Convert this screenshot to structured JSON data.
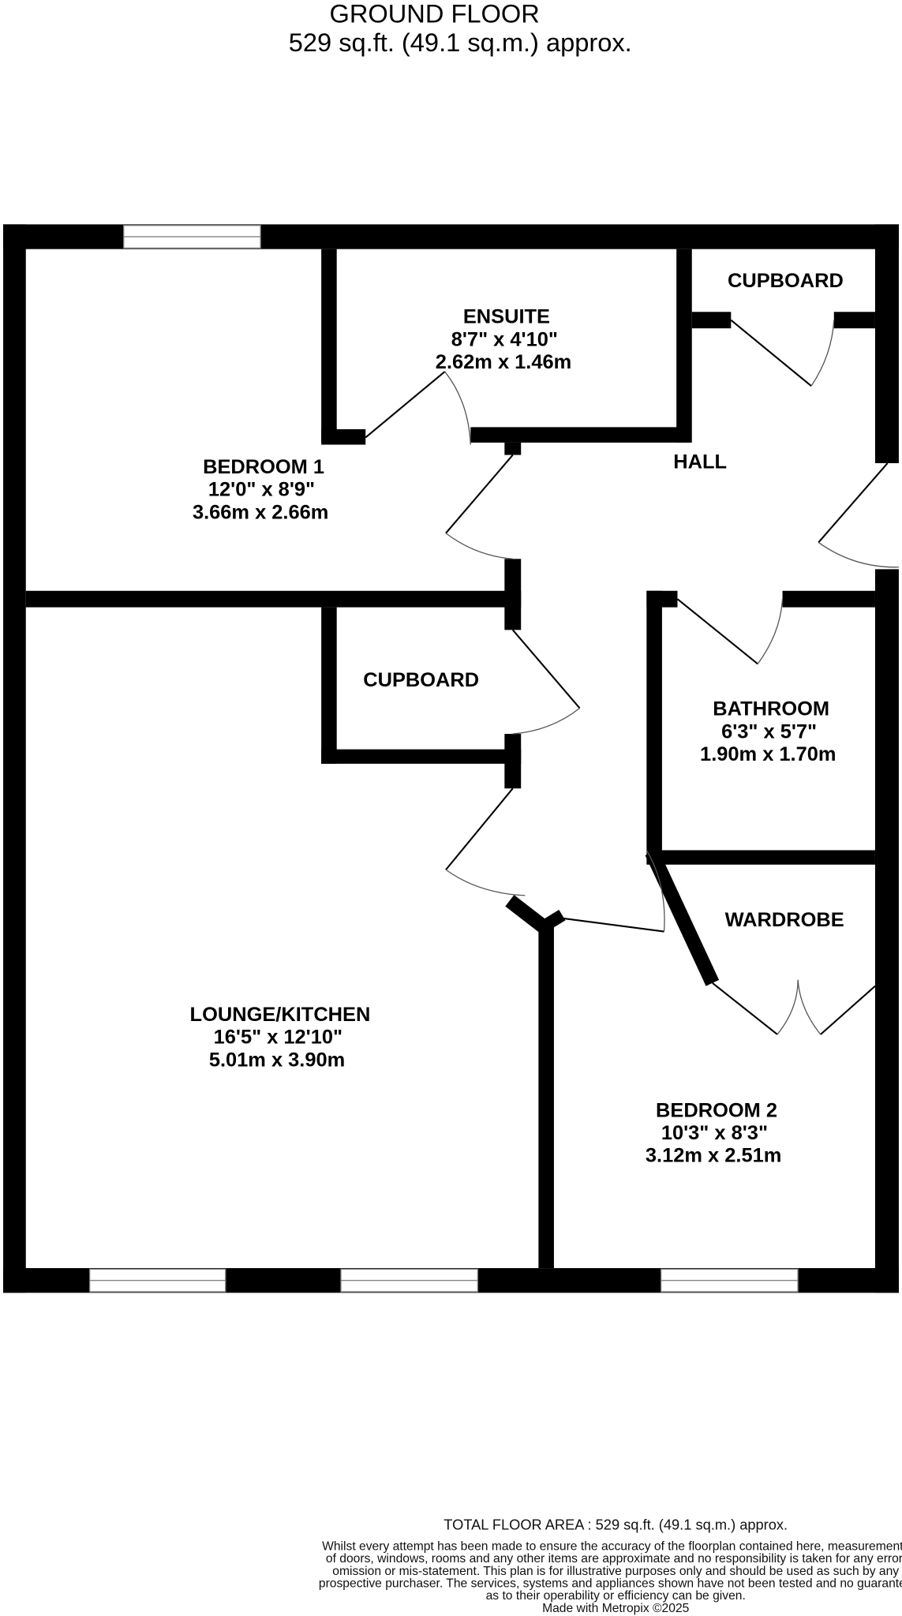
{
  "header": {
    "title": "GROUND FLOOR",
    "area": "529 sq.ft. (49.1 sq.m.) approx."
  },
  "rooms": [
    {
      "name": "ENSUITE",
      "imperial": "8'7\"  x 4'10\"",
      "metric": "2.62m  x 1.46m"
    },
    {
      "name": "CUPBOARD"
    },
    {
      "name": "BEDROOM 1",
      "imperial": "12'0\"  x 8'9\"",
      "metric": "3.66m  x 2.66m"
    },
    {
      "name": "HALL"
    },
    {
      "name": "CUPBOARD"
    },
    {
      "name": "BATHROOM",
      "imperial": "6'3\"  x 5'7\"",
      "metric": "1.90m  x 1.70m"
    },
    {
      "name": "WARDROBE"
    },
    {
      "name": "LOUNGE/KITCHEN",
      "imperial": "16'5\"  x 12'10\"",
      "metric": "5.01m  x 3.90m"
    },
    {
      "name": "BEDROOM 2",
      "imperial": "10'3\"  x 8'3\"",
      "metric": "3.12m  x 2.51m"
    }
  ],
  "footer": {
    "total": "TOTAL FLOOR AREA : 529 sq.ft. (49.1 sq.m.) approx.",
    "disclaimer": [
      "Whilst every attempt has been made to ensure the accuracy of the floorplan contained here, measurements",
      "of doors, windows, rooms and any other items are approximate and no responsibility is taken for any error,",
      "omission or mis-statement. This plan is for illustrative purposes only and should be used as such by any",
      "prospective purchaser. The services, systems and appliances shown have not been tested and no guarantee",
      "as to their operability or efficiency can be given."
    ],
    "credit": "Made with Metropix ©2025"
  }
}
